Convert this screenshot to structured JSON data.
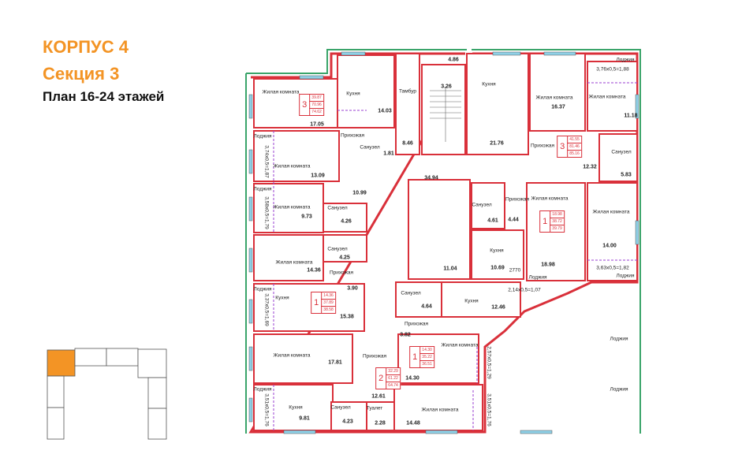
{
  "header": {
    "building": "КОРПУС 4",
    "section": "Секция 3",
    "plan": "План 16-24 этажей"
  },
  "colors": {
    "accent": "#f39425",
    "walls": "#d9303a",
    "facade": "#3aa46a",
    "windows": "#8fd0e6",
    "loggia_line": "#9a3fd0"
  },
  "rooms": [
    {
      "name": "Жилая комната",
      "area": "17.05"
    },
    {
      "name": "Кухня",
      "area": "14.03"
    },
    {
      "name": "Прихожая",
      "area": "10.99"
    },
    {
      "name": "Санузел",
      "area": "1.81"
    },
    {
      "name": "Жилая комната",
      "area": "13.09"
    },
    {
      "name": "Жилая комната",
      "area": "9.73"
    },
    {
      "name": "Санузел",
      "area": "4.26"
    },
    {
      "name": "Санузел",
      "area": "4.25"
    },
    {
      "name": "Жилая комната",
      "area": "14.36"
    },
    {
      "name": "Прихожая",
      "area": "3.90"
    },
    {
      "name": "Кухня",
      "area": "15.38"
    },
    {
      "name": "Жилая комната",
      "area": "17.81"
    },
    {
      "name": "Прихожая",
      "area": "12.61"
    },
    {
      "name": "Кухня",
      "area": "9.81"
    },
    {
      "name": "Санузел",
      "area": "4.23"
    },
    {
      "name": "Туалет",
      "area": "2.28"
    },
    {
      "name": "Жилая комната",
      "area": "14.48"
    },
    {
      "name": "Тамбур",
      "area": "8.46"
    },
    {
      "name": "",
      "area": "3.26"
    },
    {
      "name": "",
      "area": "4.86"
    },
    {
      "name": "",
      "area": "34.94"
    },
    {
      "name": "",
      "area": "11.04"
    },
    {
      "name": "Кухня",
      "area": "21.76"
    },
    {
      "name": "Жилая комната",
      "area": "16.37"
    },
    {
      "name": "Жилая комната",
      "area": "11.18"
    },
    {
      "name": "Прихожая",
      "area": "12.32"
    },
    {
      "name": "Санузел",
      "area": "5.83"
    },
    {
      "name": "Санузел",
      "area": "4.61"
    },
    {
      "name": "Прихожая",
      "area": "4.44"
    },
    {
      "name": "Кухня",
      "area": "10.69"
    },
    {
      "name": "Жилая комната",
      "area": "18.98"
    },
    {
      "name": "Жилая комната",
      "area": "14.00"
    },
    {
      "name": "Санузел",
      "area": "4.64"
    },
    {
      "name": "Кухня",
      "area": "12.46"
    },
    {
      "name": "Прихожая",
      "area": "3.82"
    },
    {
      "name": "Жилая комната",
      "area": "14.30"
    }
  ],
  "loggias": [
    {
      "label": "Лоджия",
      "calc": "3,74x0,5=1,87"
    },
    {
      "label": "Лоджия",
      "calc": "3,58x0,5=1,79"
    },
    {
      "label": "Лоджия",
      "calc": "3,37x0,5=1,69"
    },
    {
      "label": "Лоджия",
      "calc": "3,51x0,5=1,76"
    },
    {
      "label": "Лоджия",
      "calc": "3,76x0,5=1,88"
    },
    {
      "label": "Лоджия",
      "calc": "3,63x0,5=1,82"
    },
    {
      "label": "Лоджия",
      "calc": "2,57x0,5=1,29"
    },
    {
      "label": "Лоджия",
      "calc": "3,51x0,5=1,76"
    },
    {
      "label": "Лоджия",
      "calc": "2,14x0,5=1,07"
    }
  ],
  "dimension": "2770",
  "apartments": [
    {
      "rooms": "3",
      "living": "39.87",
      "total": "70.96",
      "total_with_loggia": "74.62"
    },
    {
      "rooms": "3",
      "living": "41.55",
      "total": "81.46",
      "total_with_loggia": "85.16"
    },
    {
      "rooms": "1",
      "living": "18.98",
      "total": "38.72",
      "total_with_loggia": "39.79"
    },
    {
      "rooms": "1",
      "living": "14.36",
      "total": "37.89",
      "total_with_loggia": "38.58"
    },
    {
      "rooms": "2",
      "living": "32.29",
      "total": "61.22",
      "total_with_loggia": "64.74"
    },
    {
      "rooms": "1",
      "living": "14.30",
      "total": "35.22",
      "total_with_loggia": "36.51"
    }
  ],
  "key_plan": {
    "highlight": "#f39425"
  }
}
